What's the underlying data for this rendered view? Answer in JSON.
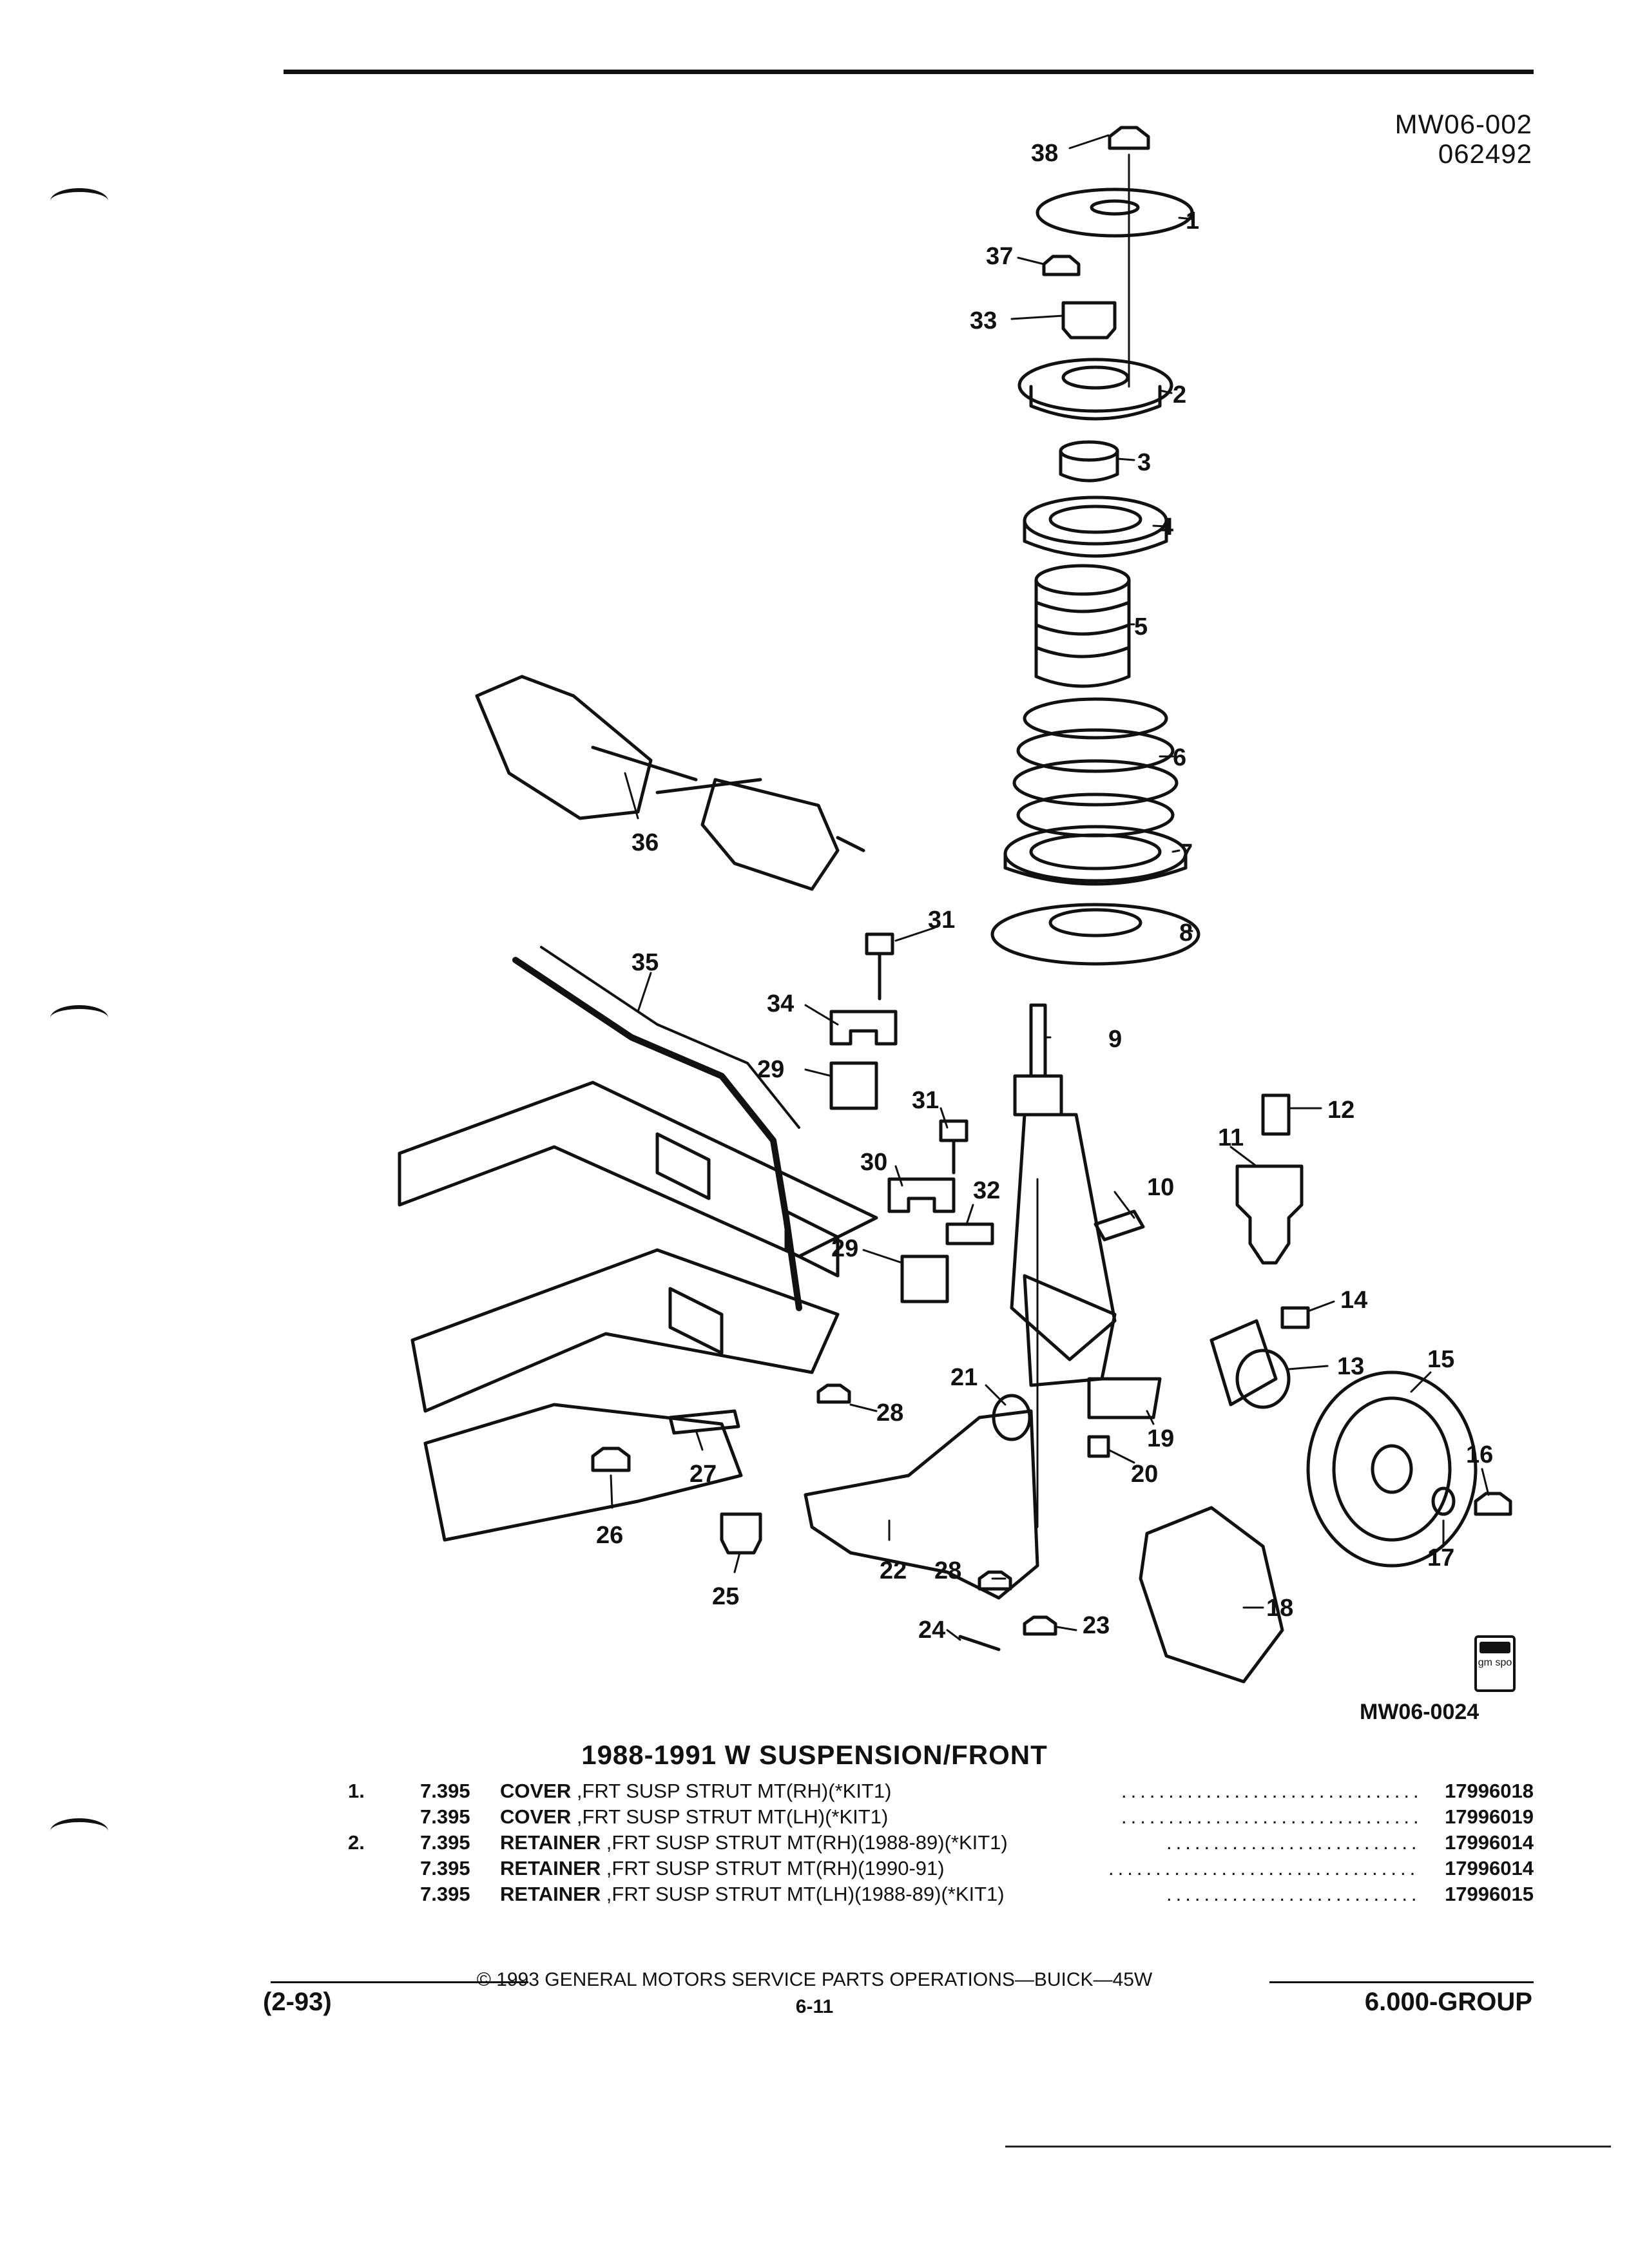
{
  "header": {
    "doc_code": "MW06-002",
    "doc_date": "062492"
  },
  "diagram": {
    "figure_id": "MW06-0024",
    "logo_text": "gm spo",
    "callouts": [
      "38",
      "1",
      "37",
      "33",
      "2",
      "3",
      "4",
      "5",
      "6",
      "7",
      "8",
      "36",
      "31",
      "35",
      "34",
      "9",
      "29",
      "31",
      "12",
      "11",
      "30",
      "32",
      "10",
      "29",
      "14",
      "13",
      "15",
      "21",
      "28",
      "19",
      "27",
      "20",
      "16",
      "26",
      "22",
      "28",
      "17",
      "25",
      "24",
      "23",
      "18"
    ]
  },
  "section": {
    "title": "1988-1991 W SUSPENSION/FRONT"
  },
  "parts": [
    {
      "item": "1.",
      "ref": "7.395",
      "name": "COVER",
      "spec": " ,FRT SUSP STRUT MT(RH)(*KIT1)",
      "part_no": "17996018"
    },
    {
      "item": "",
      "ref": "7.395",
      "name": "COVER",
      "spec": " ,FRT SUSP STRUT MT(LH)(*KIT1)",
      "part_no": "17996019"
    },
    {
      "item": "2.",
      "ref": "7.395",
      "name": "RETAINER",
      "spec": " ,FRT SUSP STRUT MT(RH)(1988-89)(*KIT1)",
      "part_no": "17996014"
    },
    {
      "item": "",
      "ref": "7.395",
      "name": "RETAINER",
      "spec": " ,FRT SUSP STRUT MT(RH)(1990-91)",
      "part_no": "17996014"
    },
    {
      "item": "",
      "ref": "7.395",
      "name": "RETAINER",
      "spec": " ,FRT SUSP STRUT MT(LH)(1988-89)(*KIT1)",
      "part_no": "17996015"
    }
  ],
  "footer": {
    "copyright": "© 1993 GENERAL MOTORS SERVICE PARTS OPERATIONS—BUICK—45W",
    "date_code": "(2-93)",
    "page": "6-11",
    "group": "6.000-GROUP"
  }
}
